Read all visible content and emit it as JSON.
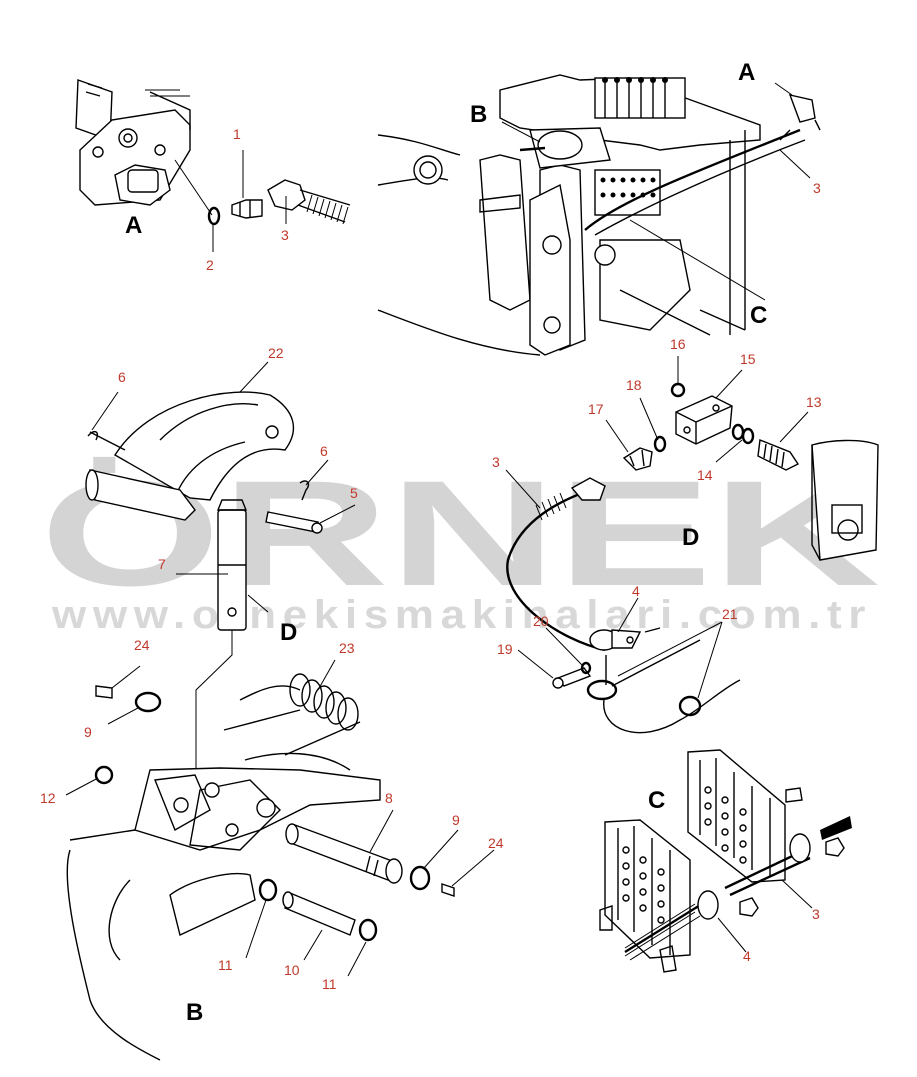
{
  "watermark": {
    "brand": "ÖRNEK",
    "url": "www.ornekismakinalari.com.tr",
    "brand_color": "#d4d4d4"
  },
  "colors": {
    "callout_number": "#c0392b",
    "line_art": "#000000",
    "background": "#ffffff"
  },
  "views": {
    "A": "A",
    "A_arrow": "A",
    "B": "B",
    "B_label": "B",
    "C": "C",
    "C_label": "C",
    "D": "D",
    "D_arrow": "D"
  },
  "callouts": {
    "c1": "1",
    "c2": "2",
    "c3a": "3",
    "c3b": "3",
    "c3c": "3",
    "c3d": "3",
    "c4a": "4",
    "c4b": "4",
    "c5": "5",
    "c6a": "6",
    "c6b": "6",
    "c7": "7",
    "c8": "8",
    "c9a": "9",
    "c9b": "9",
    "c10": "10",
    "c11a": "11",
    "c11b": "11",
    "c12": "12",
    "c13": "13",
    "c14": "14",
    "c15": "15",
    "c16": "16",
    "c17": "17",
    "c18": "18",
    "c19": "19",
    "c20": "20",
    "c21": "21",
    "c22": "22",
    "c23": "23",
    "c24a": "24",
    "c24b": "24"
  }
}
